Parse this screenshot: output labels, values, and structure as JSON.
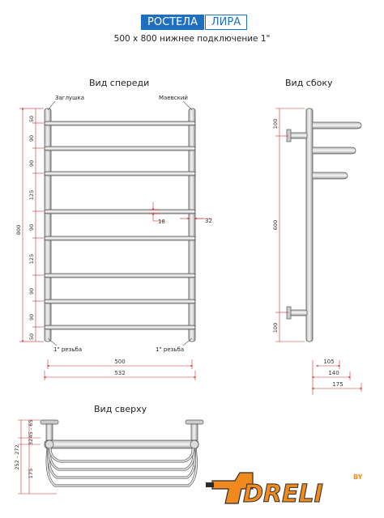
{
  "header": {
    "brand": "РОСТЕЛА",
    "model": "ЛИРА",
    "subtitle": "500 x 800 нижнее подключение 1\""
  },
  "views": {
    "front": "Вид спереди",
    "side": "Вид сбоку",
    "top": "Вид сверху"
  },
  "front": {
    "label_plug": "Заглушка",
    "label_valve": "Маевский",
    "label_thread_left": "1\" резьба",
    "label_thread_right": "1\" резьба",
    "dims_left": [
      "50",
      "90",
      "90",
      "125",
      "90",
      "125",
      "90",
      "90",
      "50"
    ],
    "total_height": "800",
    "rail_dia": "18",
    "pipe_dia": "32",
    "width_inner": "500",
    "width_outer": "532"
  },
  "side": {
    "dim_top": "100",
    "dim_mid": "600",
    "dim_bottom": "100",
    "depth_1": "105",
    "depth_2": "140",
    "depth_3": "175"
  },
  "top": {
    "dim_a": "45 - 65",
    "dim_b": "32",
    "dim_c": "252 - 272",
    "dim_d": "175"
  },
  "logo": {
    "text": "DRELI",
    "by": "BY",
    "accent": "#f08a1e",
    "dark": "#2a2a2a"
  },
  "colors": {
    "dimension": "#cc2a2a",
    "pipe_stroke": "#555555",
    "pipe_fill": "#e4e4e4",
    "brand": "#1f6fc0"
  }
}
